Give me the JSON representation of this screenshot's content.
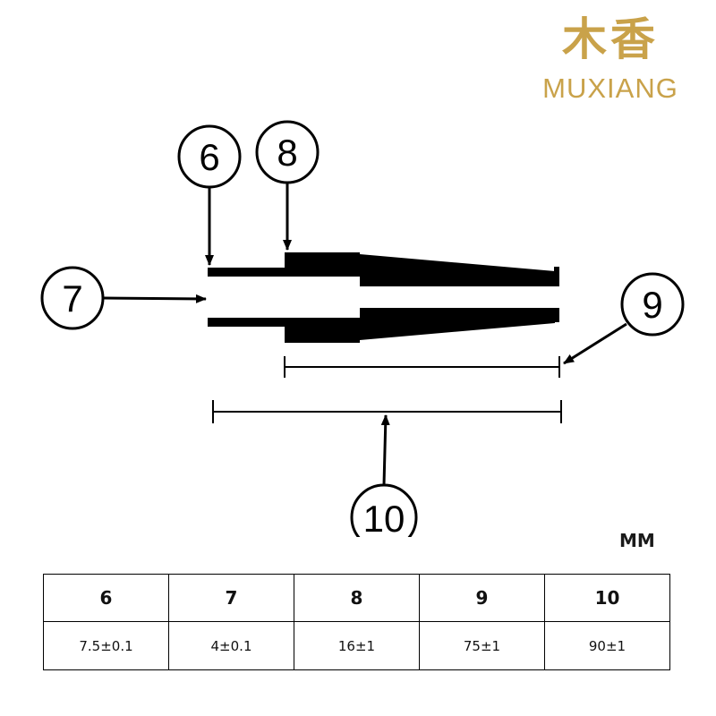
{
  "brand": {
    "name_cn": "木香",
    "name_en": "MUXIANG",
    "color": "#c9a24a"
  },
  "callouts": [
    "6",
    "7",
    "8",
    "9",
    "10"
  ],
  "unit": "MM",
  "table": {
    "headers": [
      "6",
      "7",
      "8",
      "9",
      "10"
    ],
    "values": [
      "7.5±0.1",
      "4±0.1",
      "16±1",
      "75±1",
      "90±1"
    ]
  }
}
